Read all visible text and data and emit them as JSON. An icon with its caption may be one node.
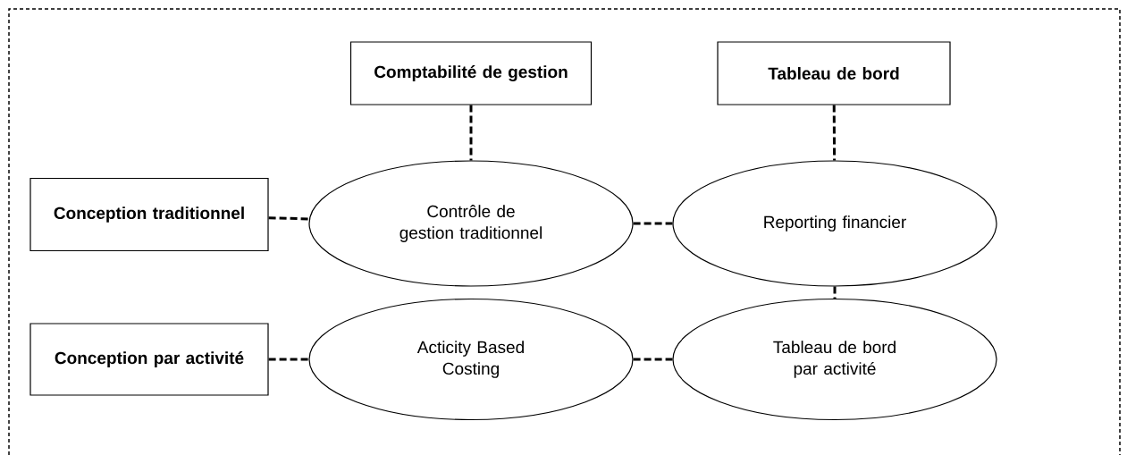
{
  "diagram": {
    "nodes": [
      {
        "text": [
          "Comptabilité de gestion"
        ]
      },
      {
        "text": [
          "Tableau de bord"
        ]
      },
      {
        "text": [
          "Conception traditionnel"
        ]
      },
      {
        "text": [
          "Contrôle de gestion traditionnel"
        ]
      },
      {
        "text": [
          "Reporting financier"
        ]
      },
      {
        "text": [
          "Conception par activité"
        ]
      },
      {
        "text": [
          "Acticity Based Costing"
        ]
      },
      {
        "text": [
          "Tableau de bord par activité"
        ]
      }
    ],
    "edges": [
      {
        "from": 0,
        "to": 3,
        "arrow": "none",
        "style": "dashed"
      },
      {
        "from": 1,
        "to": 4,
        "arrow": "none",
        "style": "dashed"
      },
      {
        "from": 2,
        "to": 3,
        "arrow": "none",
        "style": "dashed"
      },
      {
        "from": 3,
        "to": 4,
        "arrow": "none",
        "style": "dashed"
      },
      {
        "from": 4,
        "to": 7,
        "arrow": "none",
        "style": "dashed"
      },
      {
        "from": 5,
        "to": 6,
        "arrow": "none",
        "style": "dashed"
      },
      {
        "from": 6,
        "to": 7,
        "arrow": "none",
        "style": "dashed"
      }
    ]
  }
}
